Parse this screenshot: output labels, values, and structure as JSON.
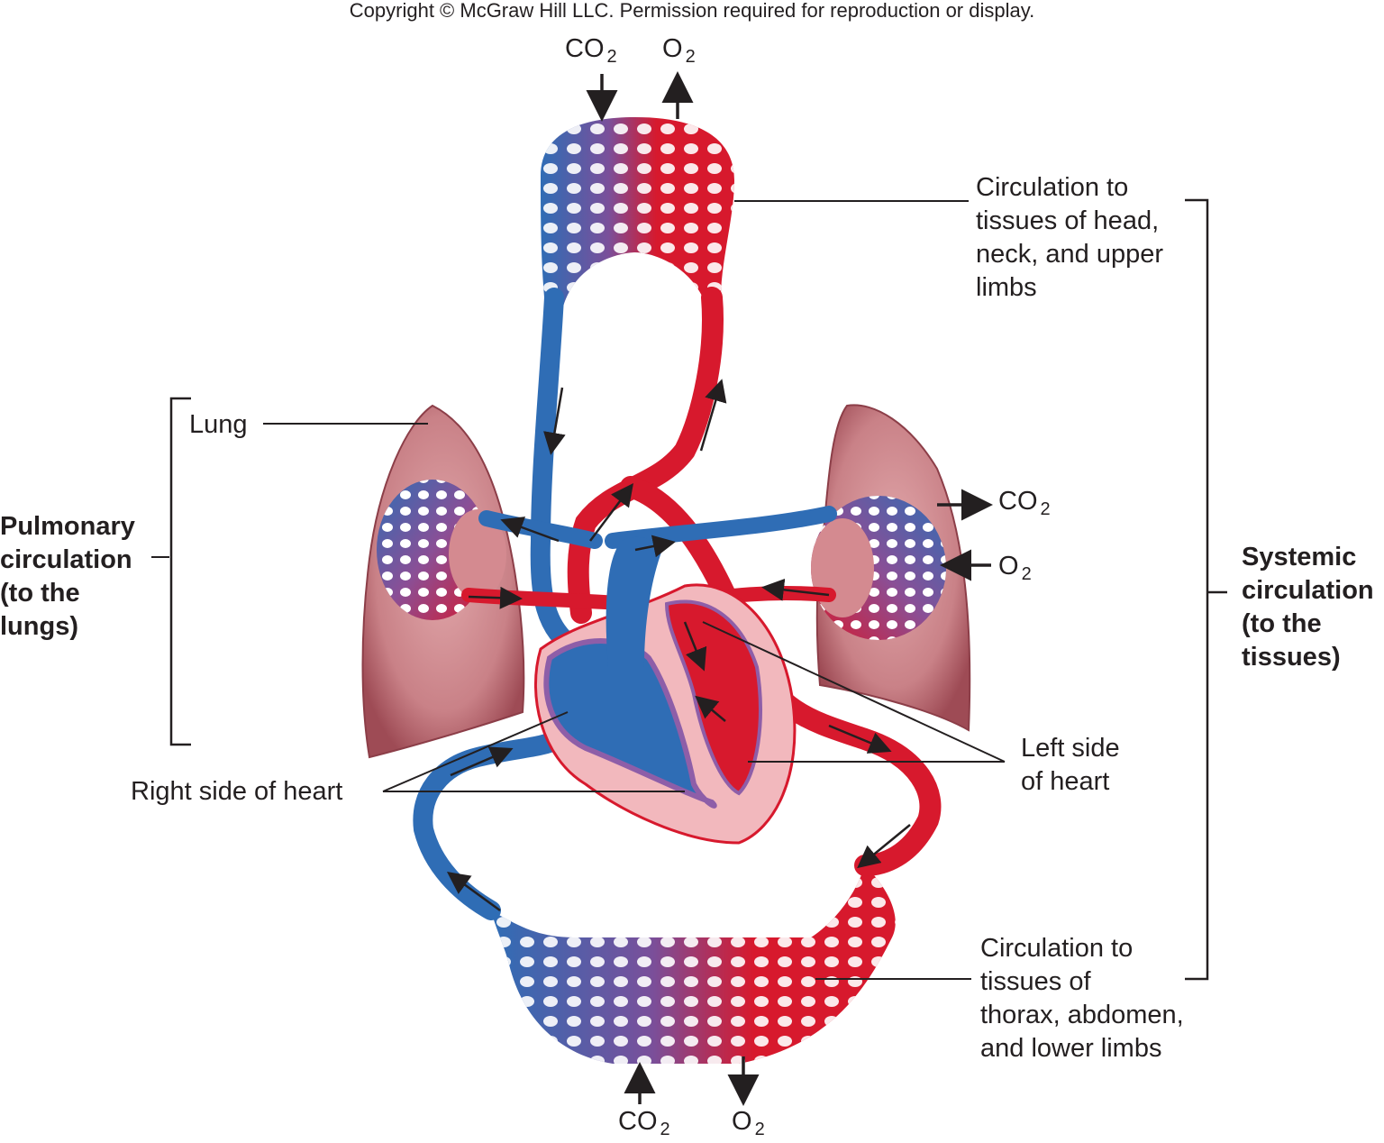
{
  "copyright": "Copyright © McGraw Hill LLC. Permission required for reproduction or display.",
  "gases": {
    "co2_top": "CO",
    "o2_top": "O",
    "co2_right": "CO",
    "o2_right": "O",
    "co2_bottom": "CO",
    "o2_bottom": "O",
    "subscript": "2"
  },
  "labels": {
    "head_circulation": [
      "Circulation to",
      "tissues of head,",
      "neck, and upper",
      "limbs"
    ],
    "lung": "Lung",
    "pulmonary": [
      "Pulmonary",
      "circulation",
      "(to the",
      "lungs)"
    ],
    "systemic": [
      "Systemic",
      "circulation",
      "(to the",
      "tissues)"
    ],
    "left_heart": [
      "Left side",
      "of heart"
    ],
    "right_heart": "Right side of heart",
    "lower_circulation": [
      "Circulation to",
      "tissues of",
      "thorax, abdomen,",
      "and lower limbs"
    ]
  },
  "colors": {
    "oxygenated": "#d7192d",
    "deoxygenated": "#2f6db5",
    "lung_tissue": "#c97a7f",
    "pericardium": "#f2b8bd"
  }
}
